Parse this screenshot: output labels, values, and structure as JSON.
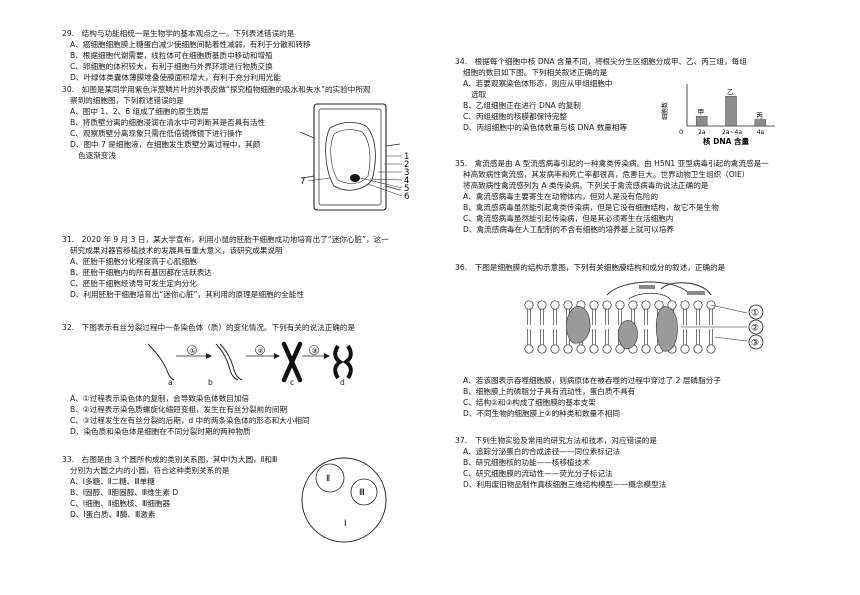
{
  "left": {
    "q29": {
      "stem": "29.　结构与功能相统一是生物学的基本观点之一。下列表述错误的是",
      "options": [
        "A、癌细胞细胞膜上糖蛋白减少使细胞间黏着性减弱，有利于分散和转移",
        "B、根据细胞代谢需要，线粒体可在细胞质基质中移动和增殖",
        "C、卵细胞的体积较大，有利于细胞与外界环境进行物质交换",
        "D、叶绿体类囊体薄膜堆叠使膜面积增大，有利于充分利用光能"
      ]
    },
    "q30": {
      "stem1": "30.　如图是某同学用紫色洋葱鳞片叶的外表皮做“探究植物细胞的吸水和失水”的实验中所观",
      "stem2": "察到的细胞图，下列叙述错误的是",
      "options": [
        "A、图中 1、2、6 组成了细胞的原生质层",
        "B、将质壁分离的细胞浸润在清水中可判断其是否具有活性",
        "C、观察质壁分离现象只需在低倍镜微镜下进行操作",
        "D、图中 7 是细胞液，在细胞发生质壁分离过程中，其颜"
      ],
      "option_cont": "色逐渐变浅",
      "figure_labels": [
        "1",
        "2",
        "3",
        "4",
        "5",
        "6",
        "7"
      ]
    },
    "q31": {
      "stem1": "31.　2020 年 9 月 3 日，某大学宣布，利用小鼠的胚胎干细胞成功地培育出了“迷你心脏”，这一",
      "stem2": "研究成果对器官移植技术的发展具有重大意义，该研究成果说明",
      "options": [
        "A、胚胎干细胞分化程度高于心肌细胞",
        "B、胚胎干细胞内的所有基因都在活跃表达",
        "C、胚胎干细胞经诱导可发生定向分化",
        "D、利用胚胎干细胞培育出“迷你心脏”，其利用的原理是细胞的全能性"
      ]
    },
    "q32": {
      "stem": "32.　下图表示有丝分裂过程中一条染色体（质）的变化情况。下列有关的说法正确的是",
      "figure_steps": [
        "①",
        "②",
        "③"
      ],
      "figure_labels": [
        "a",
        "b",
        "c",
        "d"
      ],
      "options": [
        "A、①过程表示染色体的复制，会导致染色体数目加倍",
        "B、②过程表示染色质螺旋化缩短变粗，发生在有丝分裂前的间期",
        "C、③过程发生在有丝分裂的后期，d 中的两条染色体的形态和大小相同",
        "D、染色质和染色体是细胞在不同分裂时期的两种物质"
      ]
    },
    "q33": {
      "stem1": "33.　右图是由 3 个圆所构成的类别关系图，其中Ⅰ为大圆，Ⅱ和Ⅲ",
      "stem2": "分别为大圆之内的小圆，符合这种类别关系的是",
      "options": [
        "A、Ⅰ多糖、Ⅱ二糖、Ⅲ单糖",
        "B、Ⅰ固醇、Ⅱ胆固醇、Ⅲ维生素 D",
        "C、Ⅰ细胞、Ⅱ细胞核、Ⅲ细胞器",
        "D、Ⅰ蛋白质、Ⅱ酶、Ⅲ激素"
      ],
      "figure_labels": [
        "Ⅰ",
        "Ⅱ",
        "Ⅲ"
      ]
    }
  },
  "right": {
    "q34": {
      "stem1": "34.　根据每个细胞中核 DNA 含量不同，将根尖分生区细胞分成甲、乙、丙三组，每组",
      "stem2": "细胞的数目如下图。下列相关叙述正确的是",
      "options": [
        "A、若要观察染色体形态，则应从甲组细胞中",
        "B、乙组细胞正在进行 DNA 的复制",
        "C、丙组细胞的核膜都保持完整",
        "D、丙组细胞中的染色体数量与核 DNA 数量相等"
      ],
      "option_a_cont": "选取"
    },
    "q35": {
      "stem": [
        "35.　禽流感是由 A 型流感病毒引起的一种禽类传染病。由 H5N1 亚型病毒引起的禽流感是一",
        "种高致病性禽流感，其发病率和死亡率都很高，危害巨大。世界动物卫生组织（OIE）",
        "将高致病性禽流感列为 A 类传染病。下列关于禽流感病毒的说法正确的是"
      ],
      "options": [
        "A、禽流感病毒主要寄生在动物体内，但对人是没有危险的",
        "B、禽流感病毒虽然能引起禽类传染病，但是它没有细胞结构，故它不是生物",
        "C、禽流感病毒虽然能引起传染病，但是其必须寄生在活细胞内",
        "D、禽流感病毒在人工配制的不含有细胞的培养基上就可以培养"
      ]
    },
    "q36": {
      "stem": "36.　下图是细胞膜的结构示意图，下列有关细胞膜结构和成分的叙述，正确的是",
      "figure_labels": [
        "①",
        "②",
        "③"
      ],
      "options": [
        "A、若该图表示吞噬细胞膜，则病原体在被吞噬的过程中穿过了 2 层磷脂分子",
        "B、细胞膜上的磷脂分子具有流动性，蛋白质不具有",
        "C、结构②和③构成了细胞膜的基本支架",
        "D、不同生物的细胞膜上②的种类和数量不相同"
      ]
    },
    "q37": {
      "stem": "37.　下列生物实验及常用的研究方法和技术，对应错误的是",
      "options": [
        "A、追踪分泌蛋白的合成途径——同位素标记法",
        "B、研究细胞核的功能——核移植技术",
        "C、研究细胞膜的流动性——荧光分子标记法",
        "D、利用废旧物品制作真核细胞三维结构模型——概念模型法"
      ]
    }
  },
  "chart_data": {
    "type": "bar",
    "categories": [
      "2a",
      "2a~4a",
      "4a"
    ],
    "values": [
      18,
      55,
      12
    ],
    "series_labels": [
      "甲",
      "乙",
      "丙"
    ],
    "ylabel": "细胞数",
    "xlabel": "核 DNA 含量",
    "origin_label": "0",
    "ylim": [
      0,
      70
    ]
  }
}
